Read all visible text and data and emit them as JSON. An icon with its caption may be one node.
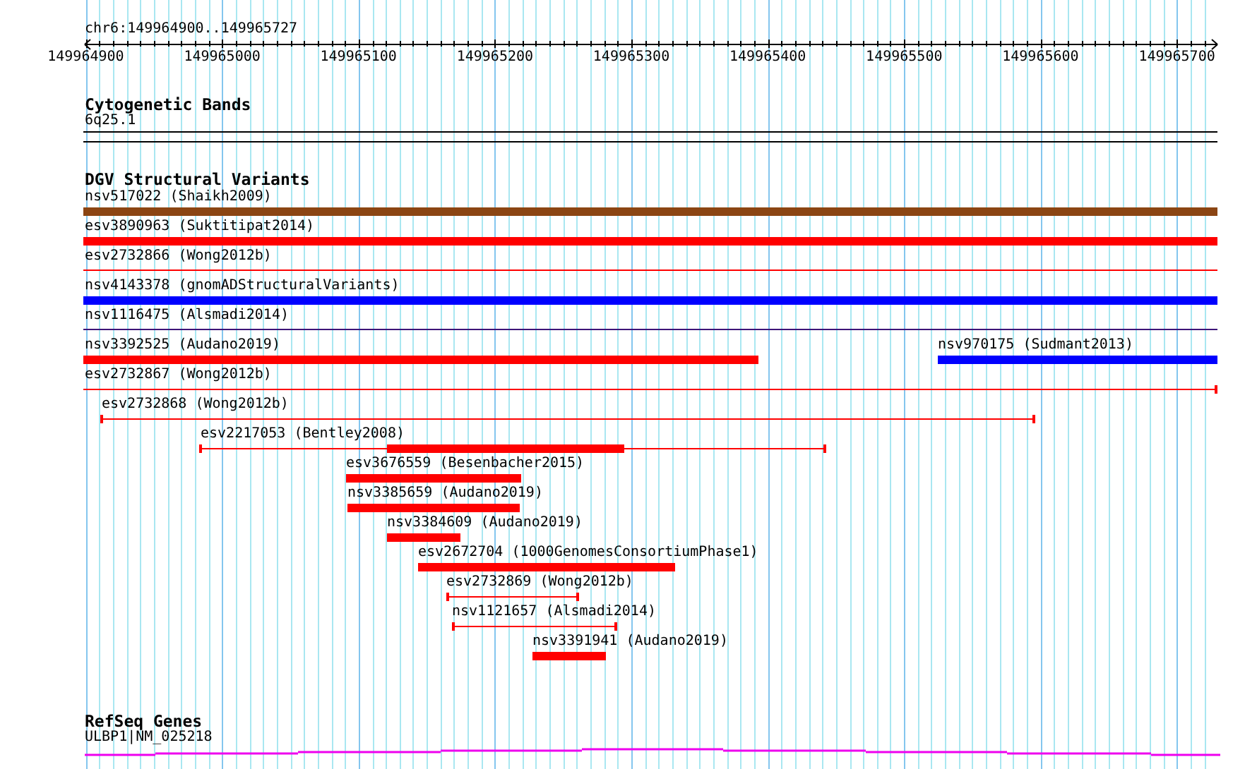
{
  "diagram": {
    "title": "chr6:149964900..149965727",
    "nodes": [
      {
        "text": [
          "6q25.1"
        ]
      },
      {
        "text": [
          "nsv517022 (Shaikh2009)"
        ]
      },
      {
        "text": [
          "esv3890963 (Suktitipat2014)"
        ]
      },
      {
        "text": [
          "esv2732866 (Wong2012b)"
        ]
      },
      {
        "text": [
          "nsv4143378 (gnomADStructuralVariants)"
        ]
      },
      {
        "text": [
          "nsv1116475 (Alsmadi2014)"
        ]
      },
      {
        "text": [
          "nsv3392525 (Audano2019)"
        ]
      },
      {
        "text": [
          "nsv970175 (Sudmant2013)"
        ]
      },
      {
        "text": [
          "esv2732867 (Wong2012b)"
        ]
      },
      {
        "text": [
          "esv2732868 (Wong2012b)"
        ]
      },
      {
        "text": [
          "esv2217053 (Bentley2008)"
        ]
      },
      {
        "text": [
          "esv3676559 (Besenbacher2015)"
        ]
      },
      {
        "text": [
          "nsv3385659 (Audano2019)"
        ]
      },
      {
        "text": [
          "nsv3384609 (Audano2019)"
        ]
      },
      {
        "text": [
          "esv2672704 (1000GenomesConsortiumPhase1)"
        ]
      },
      {
        "text": [
          "esv2732869 (Wong2012b)"
        ]
      },
      {
        "text": [
          "nsv1121657 (Alsmadi2014)"
        ]
      },
      {
        "text": [
          "nsv3391941 (Audano2019)"
        ]
      },
      {
        "text": [
          "ULBP1|NM_025218"
        ]
      }
    ],
    "labels": [
      "149964900",
      "149965000",
      "149965100",
      "149965200",
      "149965300",
      "149965400",
      "149965500",
      "149965600",
      "149965700",
      "Cytogenetic Bands",
      "DGV Structural Variants",
      "RefSeq Genes"
    ]
  }
}
